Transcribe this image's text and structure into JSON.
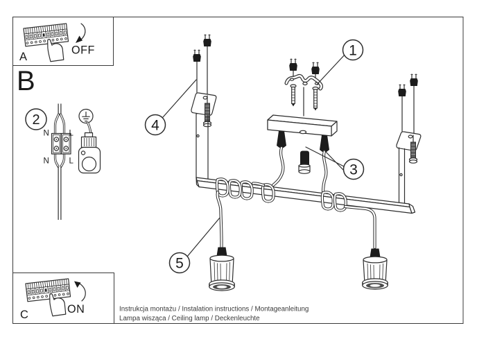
{
  "sheet": {
    "footer_line1": "Instrukcja montażu / Instalation instructions / Montageanleitung",
    "footer_line2": "Lampa wisząca / Ceiling lamp / Deckenleuchte"
  },
  "steps": {
    "a": {
      "label": "A",
      "state": "OFF"
    },
    "b": {
      "label": "B"
    },
    "c": {
      "label": "C",
      "state": "ON"
    }
  },
  "wiring": {
    "step_number": "2",
    "terminal_top_left": "N",
    "terminal_top_right": "L",
    "terminal_bottom_left": "N",
    "terminal_bottom_right": "L"
  },
  "callouts": {
    "mounting_bracket": "1",
    "locking_screw": "3",
    "wall_anchors": "4",
    "cord": "5"
  },
  "colors": {
    "ink": "#2d2d2d",
    "paper": "#ffffff"
  }
}
